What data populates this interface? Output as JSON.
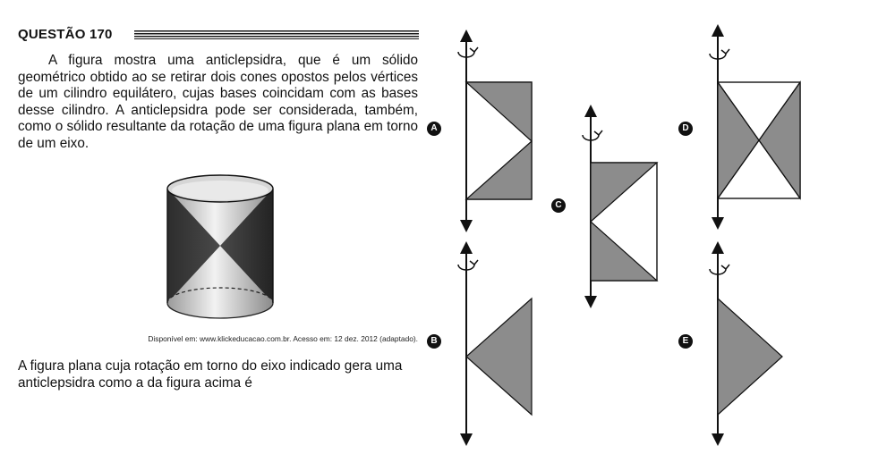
{
  "question": {
    "title": "QUESTÃO 170",
    "stem": "A figura mostra uma anticlepsidra, que é um sólido geométrico obtido ao se retirar dois cones opostos pelos vértices de um cilindro equilátero, cujas bases coincidam com as bases desse cilindro. A anticlepsidra pode ser considerada, também, como o sólido resultante da rotação de uma figura plana em torno de um eixo.",
    "source": "Disponível em: www.klickeducacao.com.br. Acesso em: 12 dez. 2012 (adaptado).",
    "prompt": "A figura plana cuja rotação em torno do eixo indicado gera uma anticlepsidra como a da figura acima é"
  },
  "options": [
    {
      "letter": "A"
    },
    {
      "letter": "B"
    },
    {
      "letter": "C"
    },
    {
      "letter": "D"
    },
    {
      "letter": "E"
    }
  ],
  "colors": {
    "shade": "#8c8c8c",
    "cylinder_dark": "#3a3a3a",
    "ink": "#111111"
  }
}
